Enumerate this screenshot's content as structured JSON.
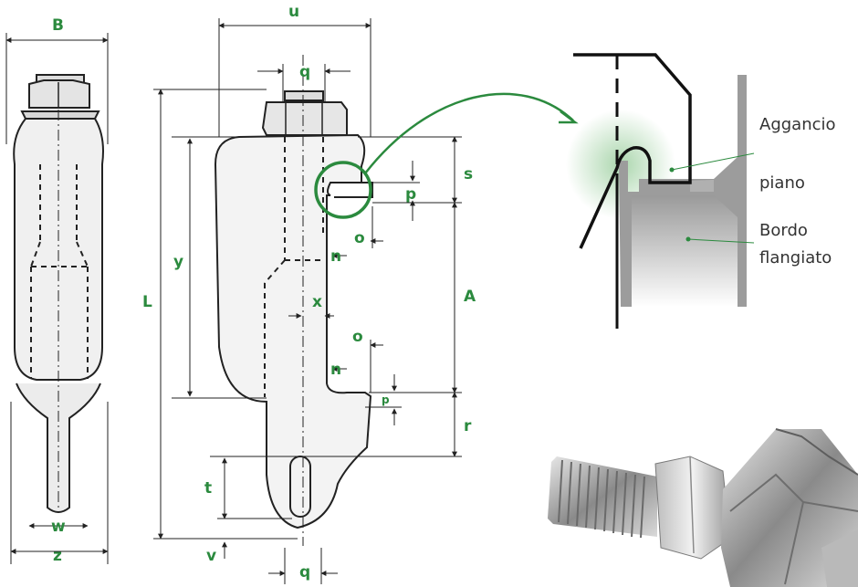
{
  "colors": {
    "accent": "#2b8a3e",
    "line": "#222222",
    "part_fill": "#ececec",
    "flange_fill": "#bfbfbf"
  },
  "front_view": {
    "labels": {
      "B": "B",
      "w": "w",
      "z": "z"
    }
  },
  "side_view": {
    "labels": {
      "u": "u",
      "q_top": "q",
      "s": "s",
      "p_top": "p",
      "o_top": "o",
      "n_top": "n",
      "y": "y",
      "L": "L",
      "A": "A",
      "x": "x",
      "o_mid": "o",
      "n_mid": "n",
      "p_bottom": "p",
      "r": "r",
      "t": "t",
      "v": "v",
      "q_bottom": "q"
    }
  },
  "detail": {
    "callouts": [
      {
        "id": "aggancio",
        "lines": [
          "Aggancio",
          "piano"
        ]
      },
      {
        "id": "bordo",
        "lines": [
          "Bordo",
          "flangiato"
        ]
      }
    ]
  },
  "photo": {
    "icons": [
      "threaded-bolt-icon",
      "hex-nut-icon"
    ]
  }
}
